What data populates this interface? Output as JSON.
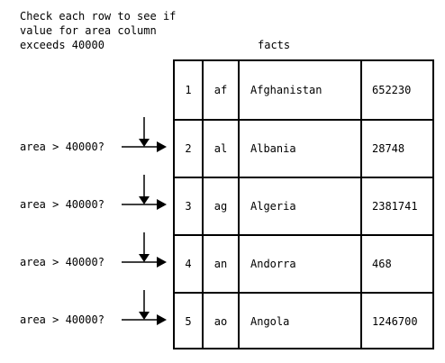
{
  "caption_lines": [
    "Check each row to see if",
    "value for area column",
    "exceeds 40000"
  ],
  "table_title": "facts",
  "rows": [
    {
      "id": "1",
      "code": "af",
      "name": "Afghanistan",
      "area": "652230"
    },
    {
      "id": "2",
      "code": "al",
      "name": "Albania",
      "area": "28748"
    },
    {
      "id": "3",
      "code": "ag",
      "name": "Algeria",
      "area": "2381741"
    },
    {
      "id": "4",
      "code": "an",
      "name": "Andorra",
      "area": "468"
    },
    {
      "id": "5",
      "code": "ao",
      "name": "Angola",
      "area": "1246700"
    }
  ],
  "check_label": "area > 40000?"
}
